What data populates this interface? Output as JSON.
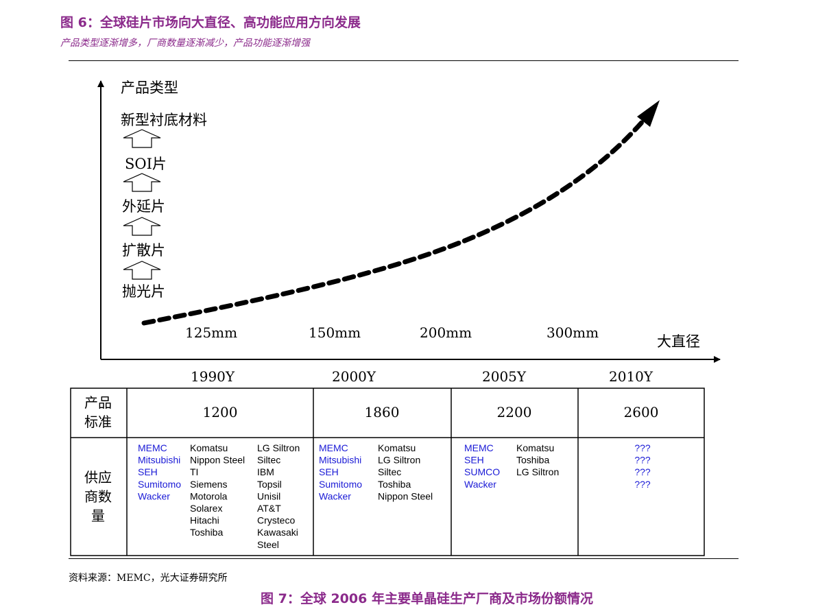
{
  "header": {
    "title": "图 6：全球硅片市场向大直径、高功能应用方向发展",
    "subtitle": "产品类型逐渐增多，厂商数量逐渐减少，产品功能逐渐增强"
  },
  "diagram": {
    "y_axis_label": "产品类型",
    "x_axis_label": "大直径",
    "product_types": [
      "新型衬底材料",
      "SOI片",
      "外延片",
      "扩散片",
      "抛光片"
    ],
    "diameters": [
      "125mm",
      "150mm",
      "200mm",
      "300mm"
    ],
    "years": [
      "1990Y",
      "2000Y",
      "2005Y",
      "2010Y"
    ]
  },
  "table": {
    "row1_header": [
      "产品",
      "标准"
    ],
    "row2_header": [
      "供应",
      "商数",
      "量"
    ],
    "standards": [
      "1200",
      "1860",
      "2200",
      "2600"
    ],
    "suppliers": [
      {
        "major": [
          "MEMC",
          "Mitsubishi",
          "SEH",
          "Sumitomo",
          "Wacker"
        ],
        "col2": [
          "Komatsu",
          "Nippon Steel",
          "TI",
          "Siemens",
          "Motorola",
          "Solarex",
          "Hitachi",
          "Toshiba"
        ],
        "col3": [
          "LG Siltron",
          "Siltec",
          "IBM",
          "Topsil",
          "Unisil",
          "AT&T",
          "Crysteco",
          "Kawasaki",
          "Steel"
        ]
      },
      {
        "major": [
          "MEMC",
          "Mitsubishi",
          "SEH",
          "Sumitomo",
          "Wacker"
        ],
        "col2": [
          "Komatsu",
          "LG Siltron",
          "Siltec",
          "Toshiba",
          "Nippon Steel"
        ]
      },
      {
        "major": [
          "MEMC",
          "SEH",
          "SUMCO",
          "Wacker"
        ],
        "col2": [
          "Komatsu",
          "Toshiba",
          "LG Siltron"
        ]
      },
      {
        "major": [
          "???",
          "???",
          "???",
          "???"
        ]
      }
    ],
    "colors": {
      "major": "#1a1ad6",
      "other": "#000000"
    }
  },
  "source": "资料来源：MEMC，光大证券研究所",
  "next_figure_title": "图 7：全球 2006 年主要单晶硅生产厂商及市场份额情况"
}
